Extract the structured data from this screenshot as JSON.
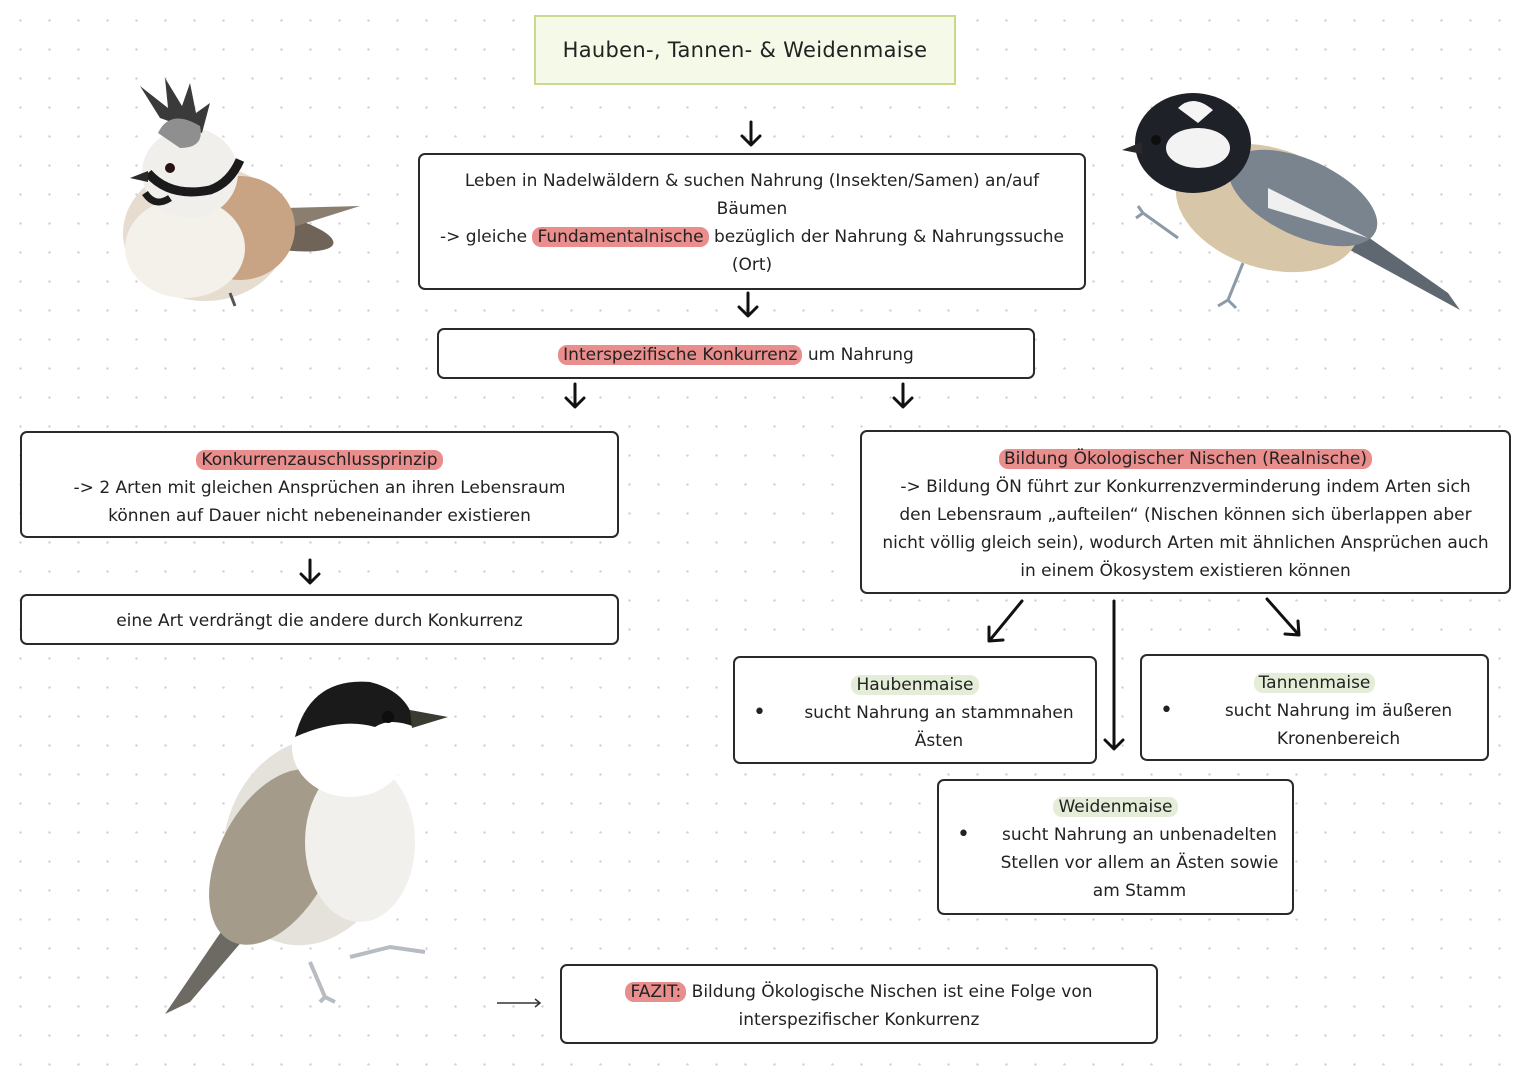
{
  "title": "Hauben-, Tannen- & Weidenmaise",
  "box1": {
    "line1": "Leben in Nadelwäldern & suchen Nahrung (Insekten/Samen) an/auf",
    "line2": "Bäumen",
    "line3_prefix": "-> gleiche",
    "line3_highlight": "Fundamentalnische",
    "line3_suffix": "bezüglich der Nahrung & Nahrungssuche",
    "line4": "(Ort)"
  },
  "box2": {
    "highlight": "Interspezifische Konkurrenz",
    "suffix": "um Nahrung"
  },
  "left_box": {
    "heading": "Konkurrenzauschlussprinzip",
    "line1": "-> 2 Arten mit gleichen Ansprüchen an ihren Lebensraum",
    "line2": "können auf Dauer nicht nebeneinander existieren"
  },
  "left_result": "eine Art verdrängt die andere durch Konkurrenz",
  "right_box": {
    "heading": "Bildung Ökologischer Nischen (Realnische)",
    "line1": "-> Bildung ÖN führt zur Konkurrenzverminderung indem Arten sich",
    "line2": "den Lebensraum „aufteilen“ (Nischen können sich überlappen aber",
    "line3": "nicht völlig gleich sein), wodurch Arten mit ähnlichen Ansprüchen auch",
    "line4": "in einem Ökosystem existieren können"
  },
  "haubenmaise": {
    "heading": "Haubenmaise",
    "bullet": "•",
    "line1": "sucht Nahrung an stammnahen",
    "line2": "Ästen"
  },
  "tannenmaise": {
    "heading": "Tannenmaise",
    "bullet": "•",
    "line1": "sucht Nahrung im äußeren",
    "line2": "Kronenbereich"
  },
  "weidenmaise": {
    "heading": "Weidenmaise",
    "bullet": "•",
    "line1": "sucht Nahrung an unbenadelten",
    "line2": "Stellen vor allem an Ästen sowie",
    "line3": "am Stamm"
  },
  "fazit": {
    "label": "FAZIT:",
    "line1": "Bildung Ökologische Nischen ist eine Folge von",
    "line2": "interspezifischer Konkurrenz"
  },
  "colors": {
    "highlight_red": "#e98d8d",
    "highlight_green": "#e4edd7",
    "title_bg": "#f5f9e8",
    "title_border": "#c9d98e"
  }
}
